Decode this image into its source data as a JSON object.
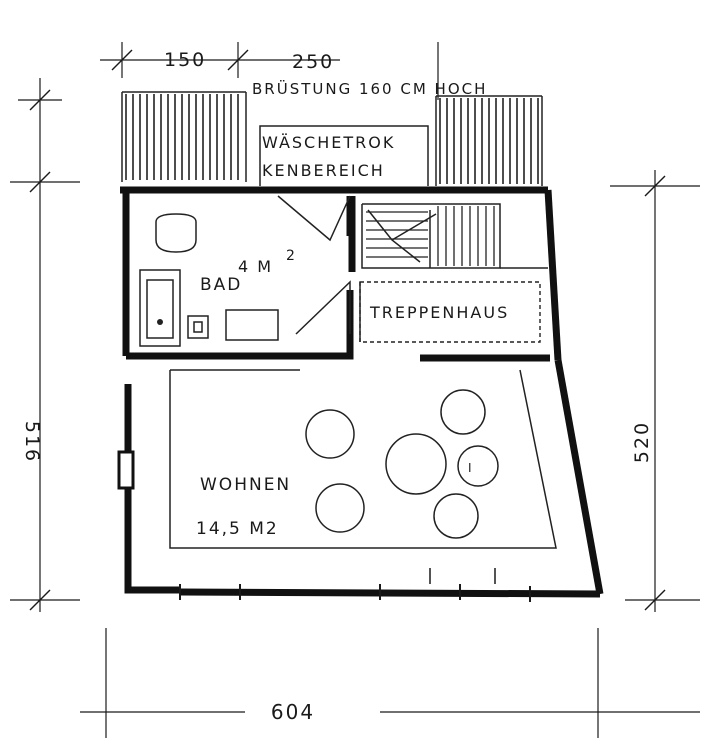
{
  "dimensions": {
    "top_left": "150",
    "top_right": "250",
    "left_height": "516",
    "right_height": "520",
    "bottom_width": "604"
  },
  "labels": {
    "balustrade": "BRÜSTUNG 160 CM HOCH",
    "drying_line1": "WÄSCHETROK",
    "drying_line2": "KENBEREICH",
    "bath_area": "4 M",
    "bath_area_sup": "2",
    "bath": "BAD",
    "stairwell": "TREPPENHAUS",
    "living": "WOHNEN",
    "living_area": "14,5 M2",
    "table_mark": "I"
  }
}
